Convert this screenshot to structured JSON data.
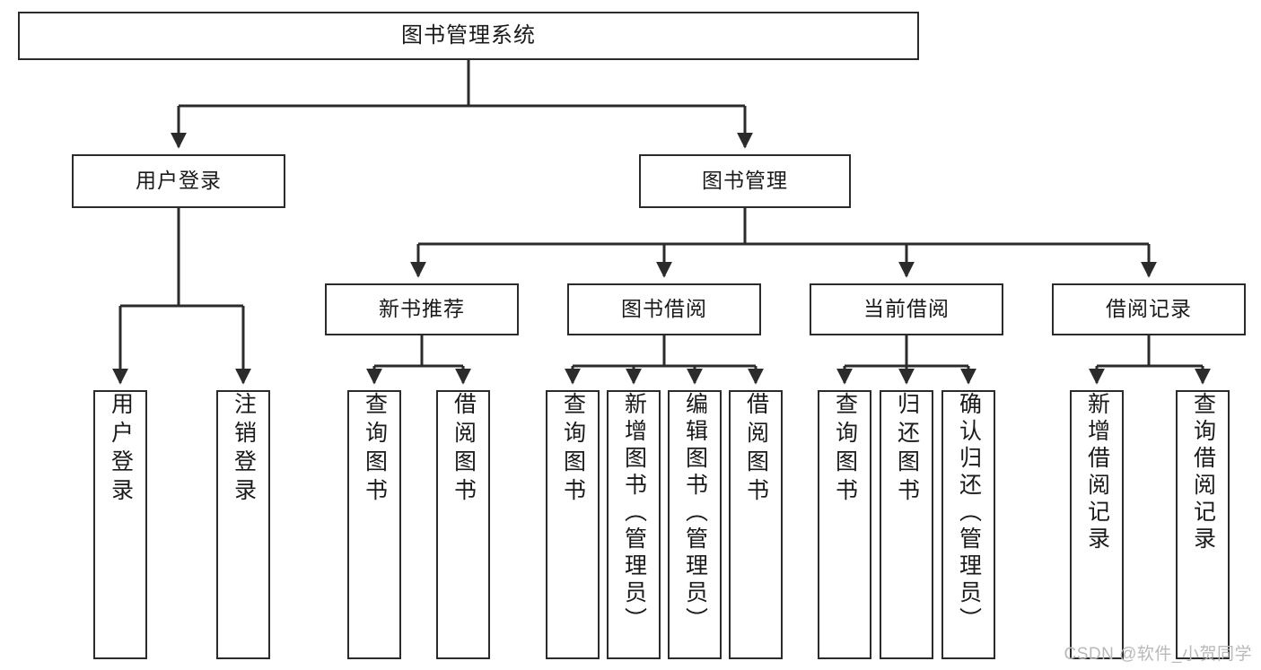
{
  "diagram": {
    "type": "tree-hierarchy",
    "title": "图书管理系统",
    "watermark": "CSDN @软件_小贺同学",
    "colors": {
      "box_border": "#2b2b2b",
      "box_fill": "#ffffff",
      "connector": "#2b2b2b",
      "text": "#1a1a1a",
      "watermark": "#b9b9b9",
      "background": "#ffffff"
    },
    "root": {
      "label": "图书管理系统",
      "orientation": "horizontal"
    },
    "level2": [
      {
        "label": "用户登录",
        "orientation": "horizontal"
      },
      {
        "label": "图书管理",
        "orientation": "horizontal"
      }
    ],
    "level3": [
      {
        "label": "新书推荐",
        "orientation": "horizontal",
        "parent": "图书管理"
      },
      {
        "label": "图书借阅",
        "orientation": "horizontal",
        "parent": "图书管理"
      },
      {
        "label": "当前借阅",
        "orientation": "horizontal",
        "parent": "图书管理"
      },
      {
        "label": "借阅记录",
        "orientation": "horizontal",
        "parent": "图书管理"
      }
    ],
    "leaves": {
      "user_login": [
        {
          "label": "用户登录",
          "orientation": "vertical"
        },
        {
          "label": "注销登录",
          "orientation": "vertical"
        }
      ],
      "new_book_recommend": [
        {
          "label": "查询图书",
          "orientation": "vertical"
        },
        {
          "label": "借阅图书",
          "orientation": "vertical"
        }
      ],
      "book_borrow": [
        {
          "label": "查询图书",
          "orientation": "vertical"
        },
        {
          "label": "新增图书（管理员）",
          "orientation": "vertical"
        },
        {
          "label": "编辑图书（管理员）",
          "orientation": "vertical"
        },
        {
          "label": "借阅图书",
          "orientation": "vertical"
        }
      ],
      "current_borrow": [
        {
          "label": "查询图书",
          "orientation": "vertical"
        },
        {
          "label": "归还图书",
          "orientation": "vertical"
        },
        {
          "label": "确认归还（管理员）",
          "orientation": "vertical"
        }
      ],
      "borrow_record": [
        {
          "label": "新增借阅记录",
          "orientation": "vertical"
        },
        {
          "label": "查询借阅记录",
          "orientation": "vertical"
        }
      ]
    }
  }
}
